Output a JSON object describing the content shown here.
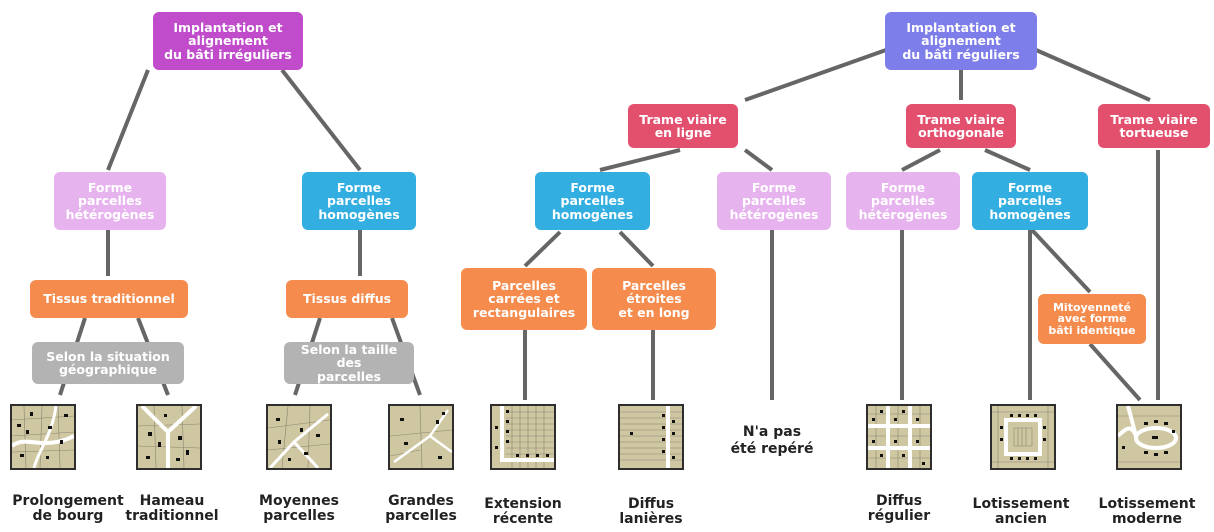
{
  "nodes": {
    "root_irregular": "Implantation et\nalignement\ndu bâti irréguliers",
    "root_regular": "Implantation et\nalignement\ndu bâti réguliers",
    "trame_en_ligne": "Trame viaire\nen ligne",
    "trame_orthogonale": "Trame viaire\northogonale",
    "trame_tortueuse": "Trame viaire\ntortueuse",
    "forme_het_left": "Forme\nparcelles\nhétérogènes",
    "forme_hom_left": "Forme\nparcelles\nhomogènes",
    "forme_hom_ligne": "Forme\nparcelles\nhomogènes",
    "forme_het_ligne": "Forme\nparcelles\nhétérogènes",
    "forme_het_ortho": "Forme\nparcelles\nhétérogènes",
    "forme_hom_ortho": "Forme\nparcelles\nhomogènes",
    "tissus_traditionnel": "Tissus traditionnel",
    "tissus_diffus": "Tissus diffus",
    "parcelles_carrees": "Parcelles\ncarrées et\nrectangulaires",
    "parcelles_etroites": "Parcelles\nétroites\net en long",
    "mitoyennete": "Mitoyenneté\navec forme\nbâti identique",
    "selon_situation": "Selon la situation\ngéographique",
    "selon_taille": "Selon la taille des\nparcelles"
  },
  "captions": {
    "prolongement": "Prolongement\nde bourg",
    "hameau": "Hameau\ntraditionnel",
    "moyennes": "Moyennes\nparcelles",
    "grandes": "Grandes\nparcelles",
    "extension": "Extension\nrécente",
    "diffus_lanieres": "Diffus\nlanières",
    "diffus_regulier": "Diffus\nrégulier",
    "lotissement_ancien": "Lotissement\nancien",
    "lotissement_moderne": "Lotissement\nmoderne"
  },
  "not_found_note": "N'a pas\nété repéré",
  "colors": {
    "purple": "#c04ccc",
    "blue": "#7e7eea",
    "pink": "#e2506e",
    "lilac": "#e7b3ee",
    "cyan": "#33aee0",
    "orange": "#f58c4e",
    "grey": "#b3b3b3",
    "connector": "#666666",
    "thumbnail_ground": "#cfc7a2"
  }
}
